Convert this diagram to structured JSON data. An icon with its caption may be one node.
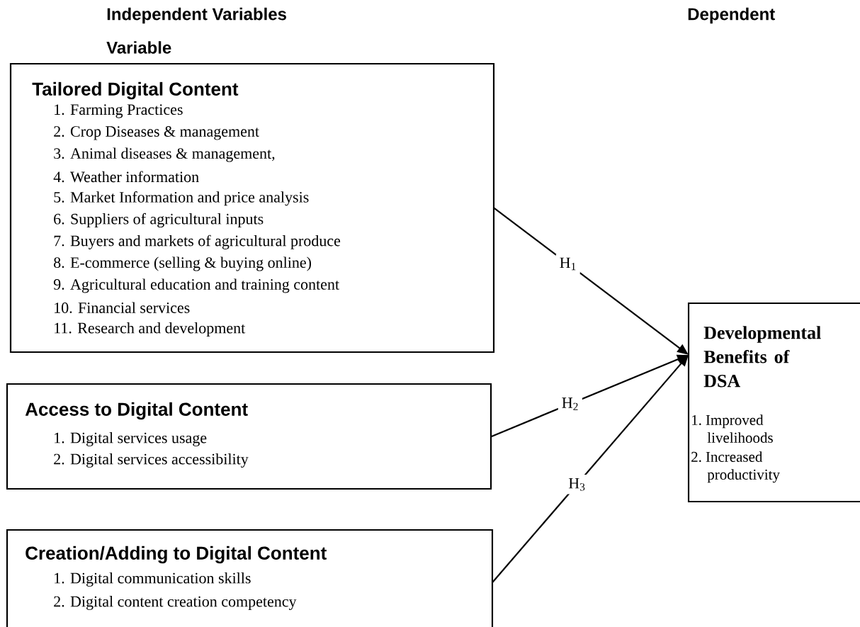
{
  "diagram": {
    "nodes": [
      {
        "text": [
          "Tailored Digital Content",
          "1. Farming Practices",
          "2. Crop Diseases & management",
          "3. Animal diseases & management,",
          "4. Weather information",
          "5. Market Information and price analysis",
          "6. Suppliers of agricultural inputs",
          "7. Buyers and markets of agricultural produce",
          "8. E-commerce (selling & buying online)",
          "9. Agricultural education and training content",
          "10. Financial services",
          "11. Research and development"
        ]
      },
      {
        "text": [
          "Access to Digital Content",
          "1. Digital services usage",
          "2. Digital services accessibility"
        ]
      },
      {
        "text": [
          "Creation/Adding to Digital Content",
          "1. Digital communication skills",
          "2. Digital content creation competency"
        ]
      },
      {
        "text": [
          "Developmental Benefits of DSA",
          "1. Improved livelihoods",
          "2. Increased productivity"
        ]
      }
    ],
    "edges": [
      {
        "from": 0,
        "to": 3,
        "arrow": "to",
        "label": "H$_{1}$"
      },
      {
        "from": 1,
        "to": 3,
        "arrow": "to",
        "label": "H$_{2}$"
      },
      {
        "from": 2,
        "to": 3,
        "arrow": "to",
        "label": "H$_{3}$"
      }
    ],
    "labels": [
      "Independent Variables",
      "Dependent",
      "Variable"
    ]
  }
}
